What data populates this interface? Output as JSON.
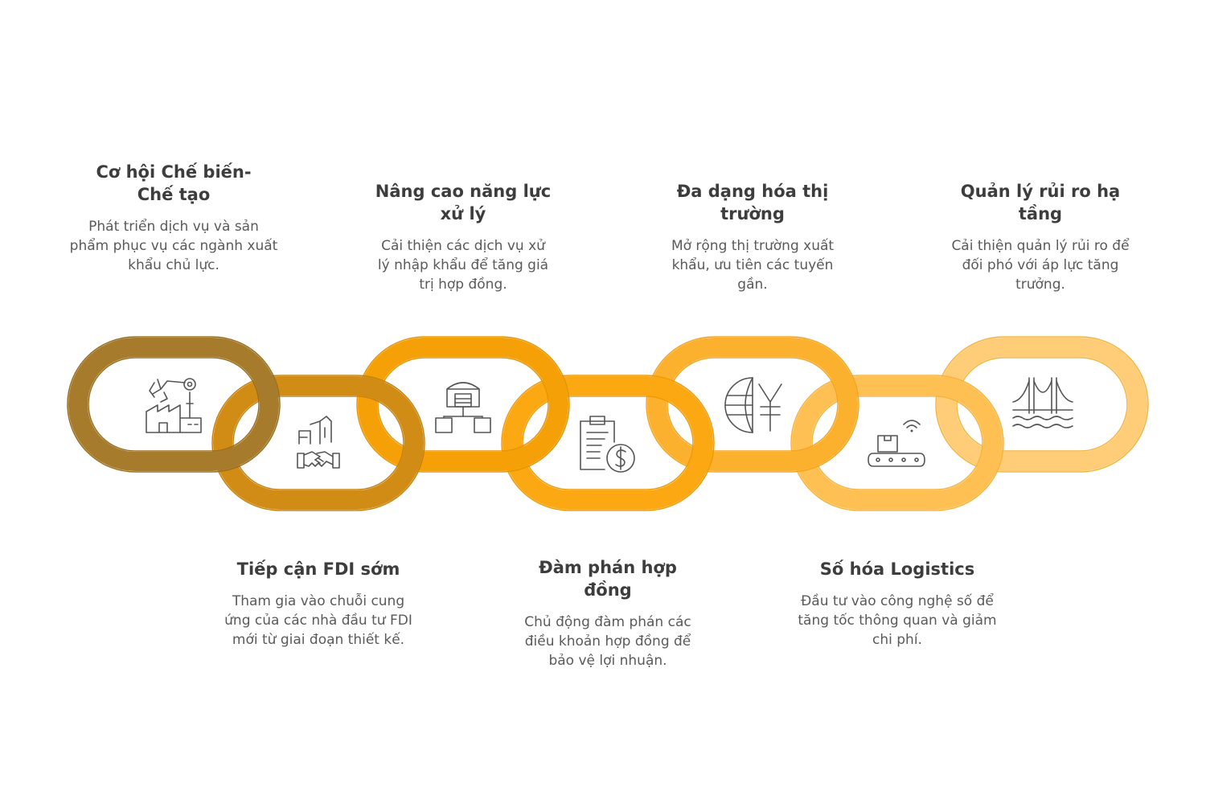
{
  "steps": [
    {
      "title": "Cơ hội Chế biến-Chế tạo",
      "desc": "Phát triển dịch vụ và sản phẩm phục vụ các ngành xuất khẩu chủ lực.",
      "color": "#A67B2B",
      "icon": "factory-robot-arm-icon"
    },
    {
      "title": "Tiếp cận FDI sớm",
      "desc": "Tham gia vào chuỗi cung ứng của các nhà đầu tư FDI mới từ giai đoạn thiết kế.",
      "color": "#D18C16",
      "icon": "handshake-buildings-icon"
    },
    {
      "title": "Nâng cao năng lực xử lý",
      "desc": "Cải thiện các dịch vụ xử lý nhập khẩu để tăng giá trị hợp đồng.",
      "color": "#F4A006",
      "icon": "warehouse-network-icon"
    },
    {
      "title": "Đàm phán hợp đồng",
      "desc": "Chủ động đàm phán các điều khoản hợp đồng để bảo vệ lợi nhuận.",
      "color": "#FBA812",
      "icon": "contract-dollar-icon"
    },
    {
      "title": "Đa dạng hóa thị trường",
      "desc": "Mở rộng thị trường xuất khẩu, ưu tiên các tuyến gần.",
      "color": "#FCB12E",
      "icon": "globe-yen-icon"
    },
    {
      "title": "Số hóa Logistics",
      "desc": "Đầu tư vào công nghệ số để tăng tốc thông quan và giảm chi phí.",
      "color": "#FEC053",
      "icon": "conveyor-wifi-icon"
    },
    {
      "title": "Quản lý rủi ro hạ tầng",
      "desc": "Cải thiện quản lý rủi ro để đối phó với áp lực tăng trưởng.",
      "color": "#FFCD78",
      "icon": "bridge-icon"
    }
  ]
}
